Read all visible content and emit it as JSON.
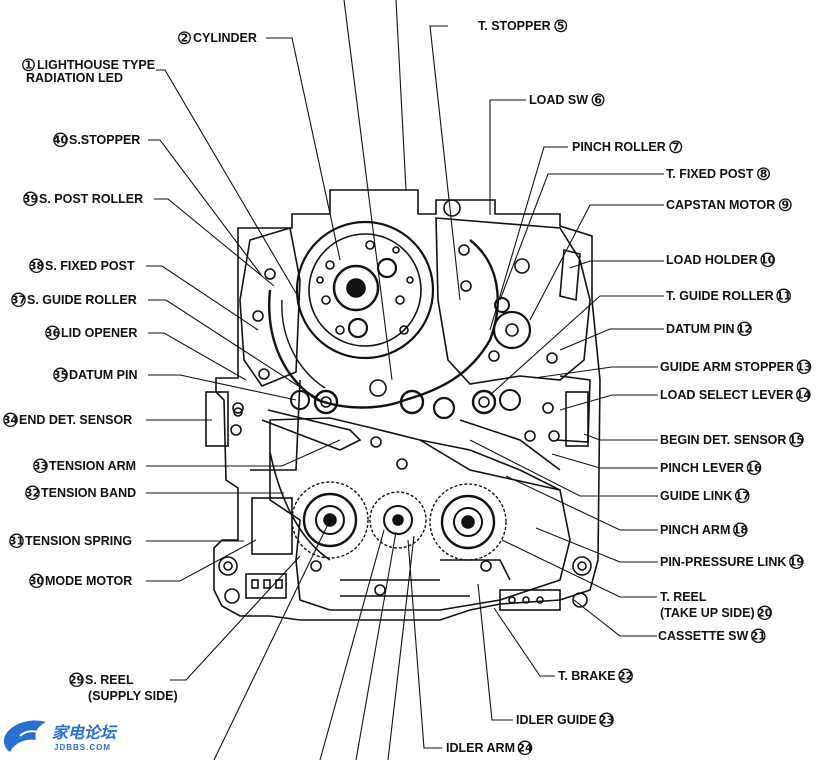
{
  "diagram": {
    "labels": [
      {
        "id": "lbl-1",
        "text": "LIGHTHOUSE TYPE",
        "text2": "RADIATION LED",
        "num": "1"
      },
      {
        "id": "lbl-2",
        "text": "CYLINDER",
        "num": "2"
      },
      {
        "id": "lbl-5",
        "text": "T. STOPPER",
        "num": "5"
      },
      {
        "id": "lbl-6",
        "text": "LOAD SW",
        "num": "6"
      },
      {
        "id": "lbl-7",
        "text": "PINCH ROLLER",
        "num": "7"
      },
      {
        "id": "lbl-8",
        "text": "T. FIXED POST",
        "num": "8"
      },
      {
        "id": "lbl-9",
        "text": "CAPSTAN MOTOR",
        "num": "9"
      },
      {
        "id": "lbl-10",
        "text": "LOAD HOLDER",
        "num": "10"
      },
      {
        "id": "lbl-11",
        "text": "T. GUIDE ROLLER",
        "num": "11"
      },
      {
        "id": "lbl-12",
        "text": "DATUM PIN",
        "num": "12"
      },
      {
        "id": "lbl-13",
        "text": "GUIDE ARM STOPPER",
        "num": "13"
      },
      {
        "id": "lbl-14",
        "text": "LOAD SELECT LEVER",
        "num": "14"
      },
      {
        "id": "lbl-15",
        "text": "BEGIN DET. SENSOR",
        "num": "15"
      },
      {
        "id": "lbl-16",
        "text": "PINCH LEVER",
        "num": "16"
      },
      {
        "id": "lbl-17",
        "text": "GUIDE LINK",
        "num": "17"
      },
      {
        "id": "lbl-18",
        "text": "PINCH ARM",
        "num": "18"
      },
      {
        "id": "lbl-19",
        "text": "PIN-PRESSURE LINK",
        "num": "19"
      },
      {
        "id": "lbl-20",
        "text": "T. REEL",
        "text2": "(TAKE UP SIDE)",
        "num": "20"
      },
      {
        "id": "lbl-21",
        "text": "CASSETTE SW",
        "num": "21"
      },
      {
        "id": "lbl-22",
        "text": "T. BRAKE",
        "num": "22"
      },
      {
        "id": "lbl-23",
        "text": "IDLER GUIDE",
        "num": "23"
      },
      {
        "id": "lbl-24",
        "text": "IDLER ARM",
        "num": "24"
      },
      {
        "id": "lbl-29",
        "text": "S. REEL",
        "text2": "(SUPPLY SIDE)",
        "num": "29"
      },
      {
        "id": "lbl-30",
        "text": "MODE MOTOR",
        "num": "30"
      },
      {
        "id": "lbl-31",
        "text": "TENSION SPRING",
        "num": "31"
      },
      {
        "id": "lbl-32",
        "text": "TENSION BAND",
        "num": "32"
      },
      {
        "id": "lbl-33",
        "text": "TENSION ARM",
        "num": "33"
      },
      {
        "id": "lbl-34",
        "text": "END DET. SENSOR",
        "num": "34"
      },
      {
        "id": "lbl-35",
        "text": "DATUM PIN",
        "num": "35"
      },
      {
        "id": "lbl-36",
        "text": "LID OPENER",
        "num": "36"
      },
      {
        "id": "lbl-37",
        "text": "S. GUIDE ROLLER",
        "num": "37"
      },
      {
        "id": "lbl-38",
        "text": "S. FIXED POST",
        "num": "38"
      },
      {
        "id": "lbl-39",
        "text": "S. POST ROLLER",
        "num": "39"
      },
      {
        "id": "lbl-40",
        "text": "S.STOPPER",
        "num": "40"
      }
    ]
  },
  "watermark": {
    "main": "家电论坛",
    "sub": "JDBBS.COM"
  }
}
